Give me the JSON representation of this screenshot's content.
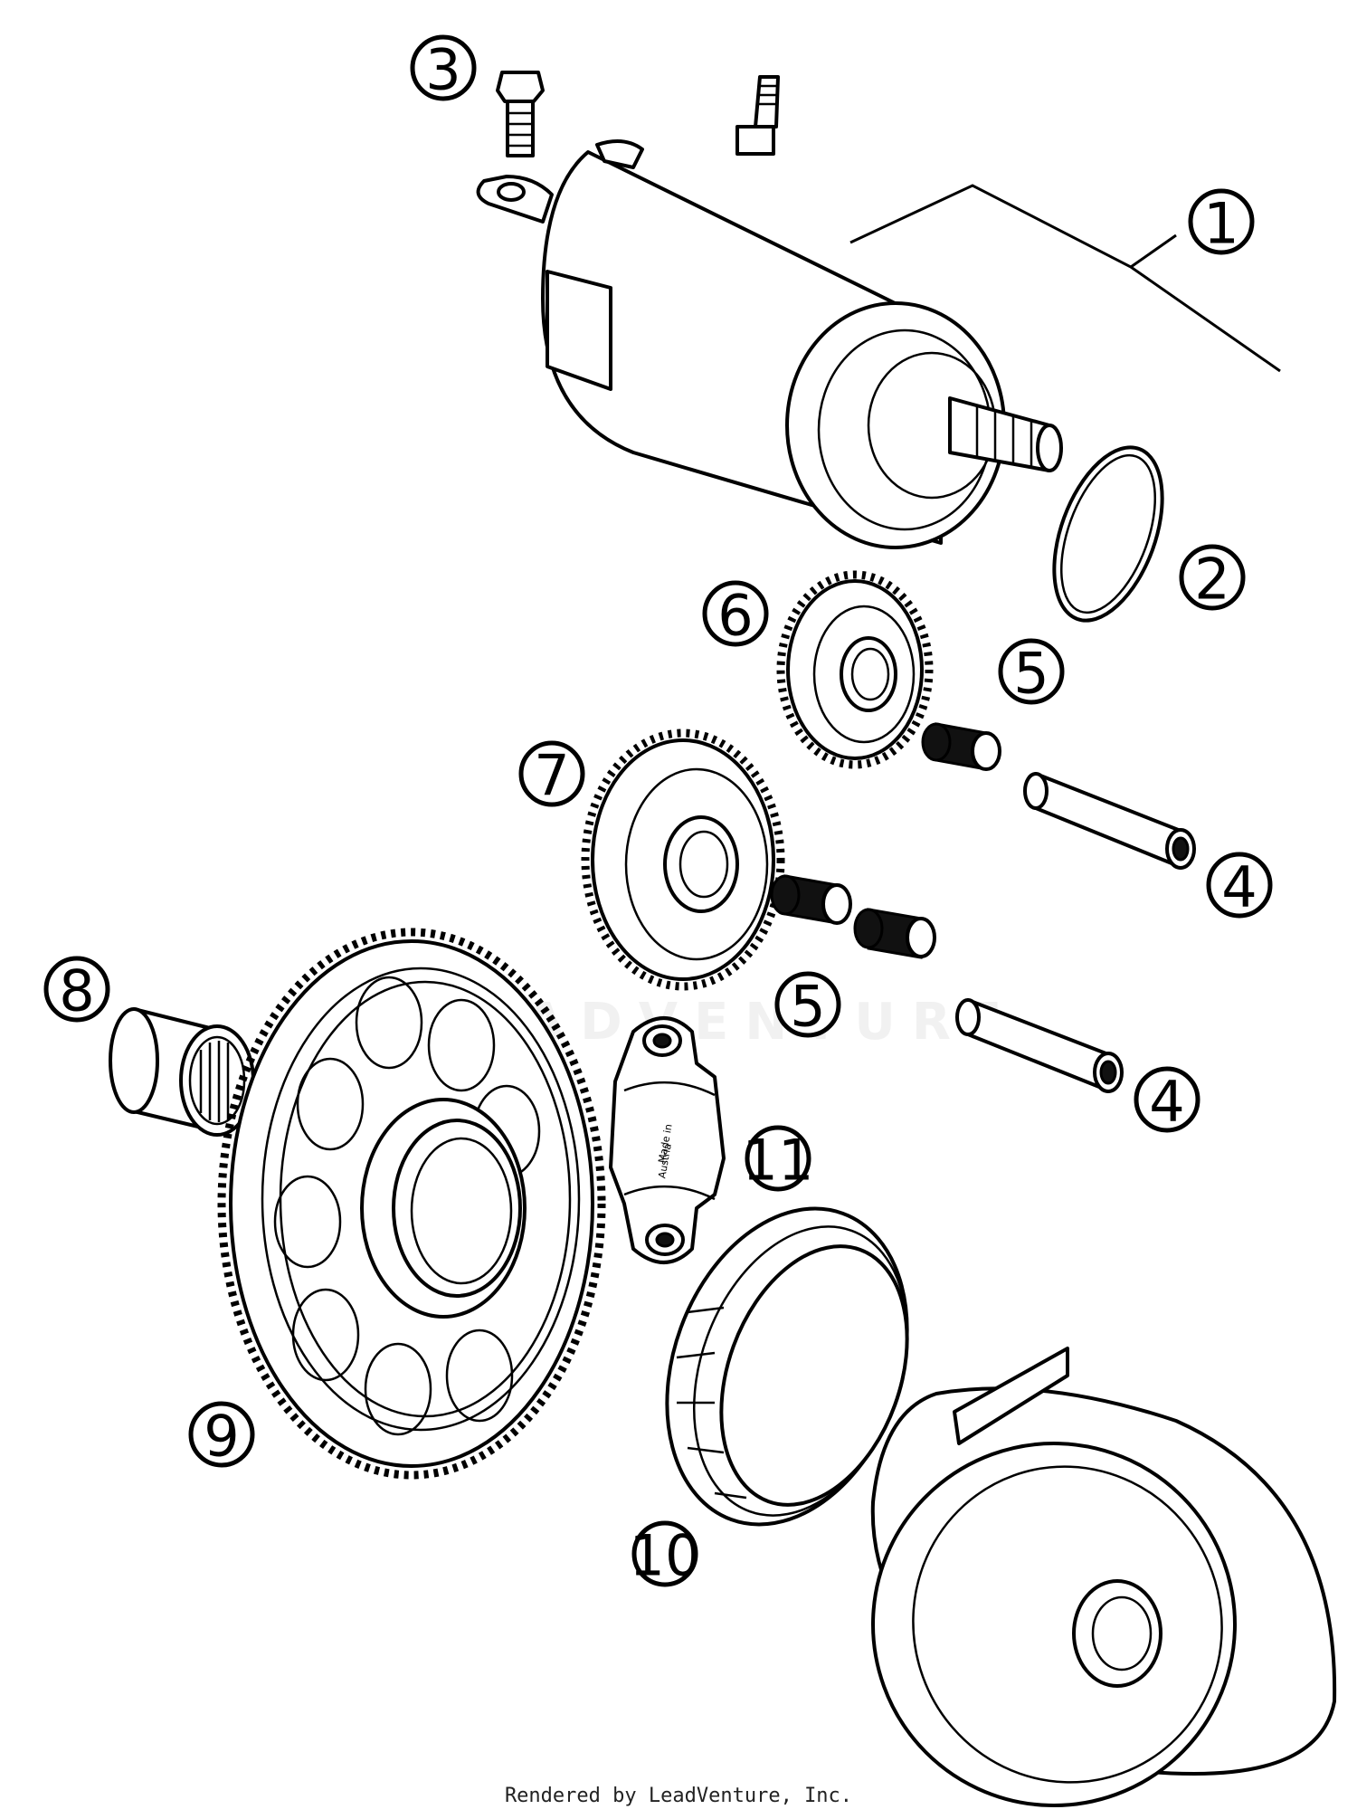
{
  "diagram": {
    "callouts": [
      "1",
      "2",
      "3",
      "4",
      "4",
      "5",
      "5",
      "6",
      "7",
      "8",
      "9",
      "10",
      "11"
    ],
    "stamp_text": [
      "Made in",
      "Austria"
    ],
    "watermark": "LEADVENTURE"
  },
  "footer": {
    "credit": "Rendered by LeadVenture, Inc."
  }
}
